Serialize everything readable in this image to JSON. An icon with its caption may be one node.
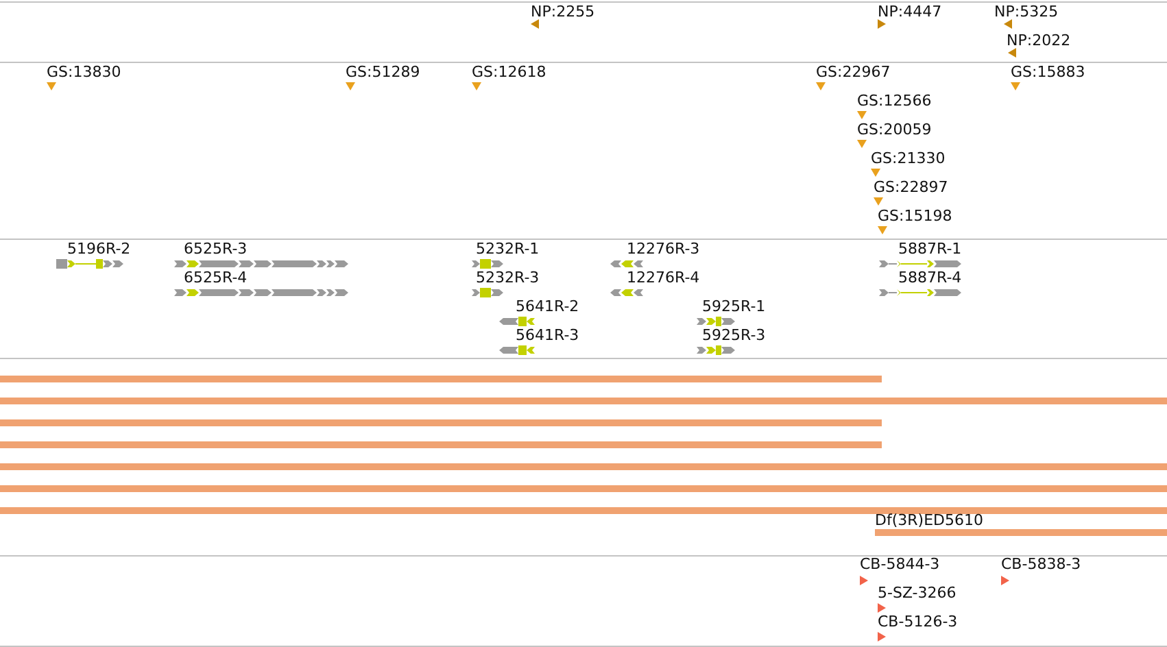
{
  "diagram": {
    "nodes": [
      {
        "text": [
          "NP:2255"
        ]
      },
      {
        "text": [
          "NP:4447"
        ]
      },
      {
        "text": [
          "NP:5325"
        ]
      },
      {
        "text": [
          "NP:2022"
        ]
      },
      {
        "text": [
          "GS:13830"
        ]
      },
      {
        "text": [
          "GS:51289"
        ]
      },
      {
        "text": [
          "GS:12618"
        ]
      },
      {
        "text": [
          "GS:22967"
        ]
      },
      {
        "text": [
          "GS:15883"
        ]
      },
      {
        "text": [
          "GS:12566"
        ]
      },
      {
        "text": [
          "GS:20059"
        ]
      },
      {
        "text": [
          "GS:21330"
        ]
      },
      {
        "text": [
          "GS:22897"
        ]
      },
      {
        "text": [
          "GS:15198"
        ]
      },
      {
        "text": [
          "5196R-2"
        ]
      },
      {
        "text": [
          "6525R-3"
        ]
      },
      {
        "text": [
          "5232R-1"
        ]
      },
      {
        "text": [
          "12276R-3"
        ]
      },
      {
        "text": [
          "5887R-1"
        ]
      },
      {
        "text": [
          "6525R-4"
        ]
      },
      {
        "text": [
          "5232R-3"
        ]
      },
      {
        "text": [
          "12276R-4"
        ]
      },
      {
        "text": [
          "5887R-4"
        ]
      },
      {
        "text": [
          "5641R-2"
        ]
      },
      {
        "text": [
          "5925R-1"
        ]
      },
      {
        "text": [
          "5641R-3"
        ]
      },
      {
        "text": [
          "5925R-3"
        ]
      },
      {
        "text": [],
        "shape": "bar"
      },
      {
        "text": [],
        "shape": "bar"
      },
      {
        "text": [],
        "shape": "bar"
      },
      {
        "text": [],
        "shape": "bar"
      },
      {
        "text": [],
        "shape": "bar"
      },
      {
        "text": [],
        "shape": "bar"
      },
      {
        "text": [],
        "shape": "bar"
      },
      {
        "text": [
          "Df(3R)ED5610"
        ]
      },
      {
        "text": [
          "CB-5844-3"
        ]
      },
      {
        "text": [
          "CB-5838-3"
        ]
      },
      {
        "text": [
          "5-SZ-3266"
        ]
      },
      {
        "text": [
          "CB-5126-3"
        ]
      }
    ]
  }
}
